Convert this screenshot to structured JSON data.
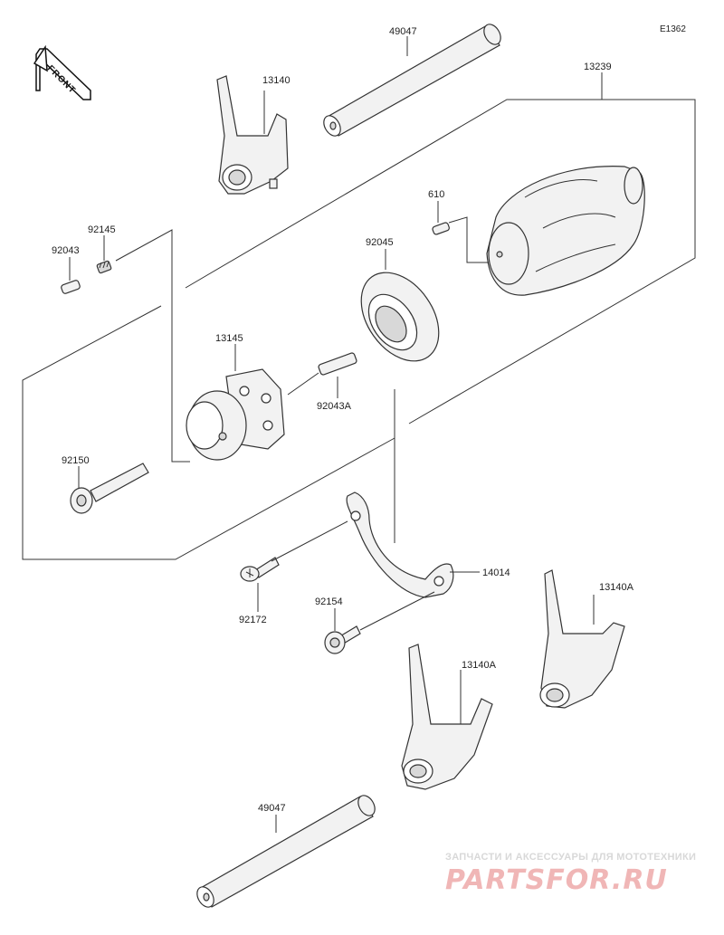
{
  "diagram_code": "E1362",
  "front_label": "FRONT",
  "parts": {
    "shaft_top": "49047",
    "fork_top": "13140",
    "drum": "13239",
    "pin": "610",
    "spring": "92145",
    "pin_92043": "92043",
    "bearing": "92045",
    "cam": "13145",
    "pin_92043a": "92043A",
    "bolt_92150": "92150",
    "plate": "14014",
    "screw_92172": "92172",
    "bolt_92154": "92154",
    "fork_a_right": "13140A",
    "fork_a_left": "13140A",
    "shaft_bottom": "49047"
  },
  "watermark": {
    "top": "ЗАПЧАСТИ И АКСЕССУАРЫ ДЛЯ МОТОТЕХНИКИ",
    "main": "PARTSFOR.RU"
  }
}
